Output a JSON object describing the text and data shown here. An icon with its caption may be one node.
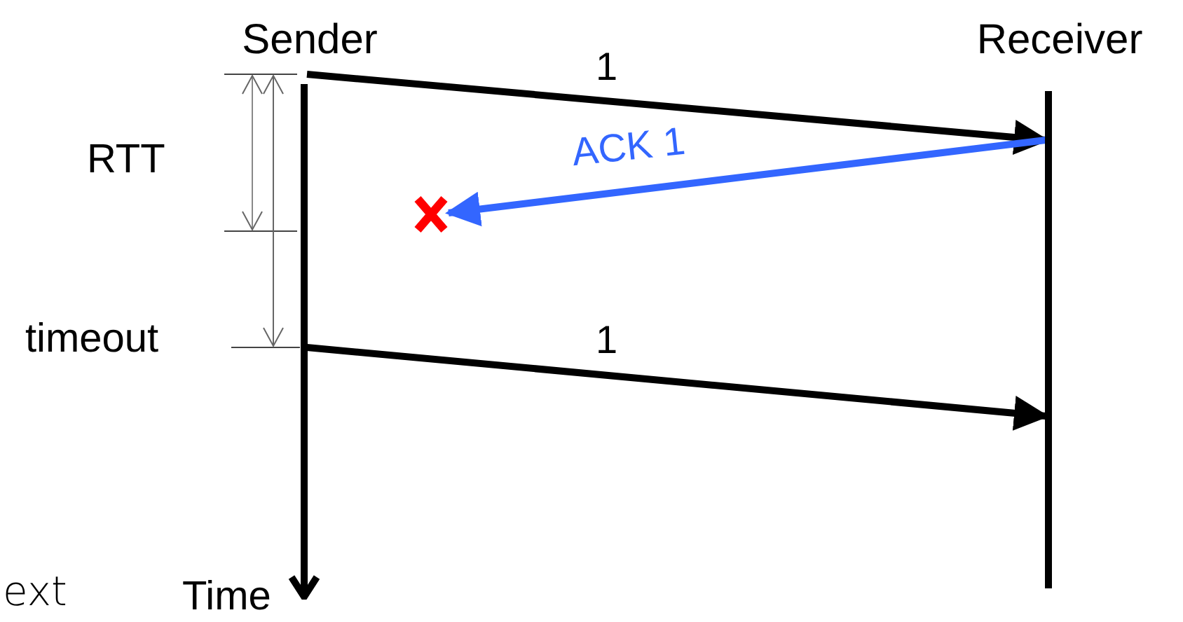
{
  "diagram": {
    "nodes": [
      {
        "text": [
          "Sender"
        ]
      },
      {
        "text": [
          "Receiver"
        ]
      },
      {
        "text": [],
        "shape": "cross"
      }
    ],
    "edges": [
      {
        "from": 0,
        "to": 1,
        "arrow": "to",
        "label": "1"
      },
      {
        "from": 1,
        "to": 2,
        "arrow": "to",
        "label": "ACK 1",
        "color": "#3366ff"
      },
      {
        "from": 0,
        "to": 1,
        "arrow": "to",
        "label": "1"
      }
    ],
    "labels": [
      "RTT",
      "timeout",
      "ext",
      "Time"
    ]
  }
}
